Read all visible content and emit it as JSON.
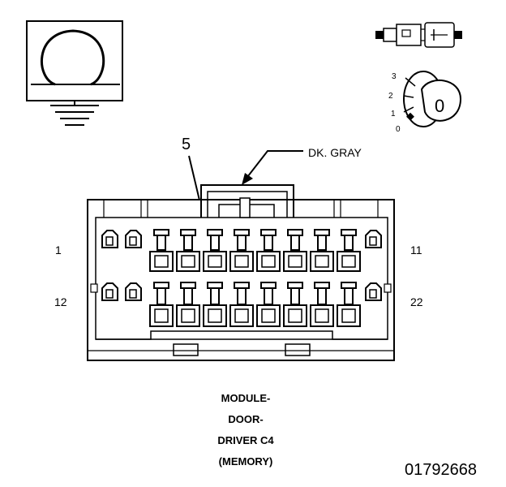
{
  "wire_callout": {
    "cavity_number": "5",
    "wire_color": "DK. GRAY"
  },
  "pin_labels": {
    "top_left": "1",
    "top_right": "11",
    "bottom_left": "12",
    "bottom_right": "22"
  },
  "key_dial": {
    "positions": [
      "3",
      "2",
      "1",
      "0"
    ],
    "face_label": "0"
  },
  "caption": {
    "line1": "MODULE-",
    "line2": "DOOR-",
    "line3": "DRIVER C4",
    "line4": "(MEMORY)"
  },
  "figure_number": "01792668",
  "icons": {
    "ground": "ground-resistance-symbol-icon",
    "connector": "inline-connector-icon",
    "key": "key-position-icon"
  }
}
